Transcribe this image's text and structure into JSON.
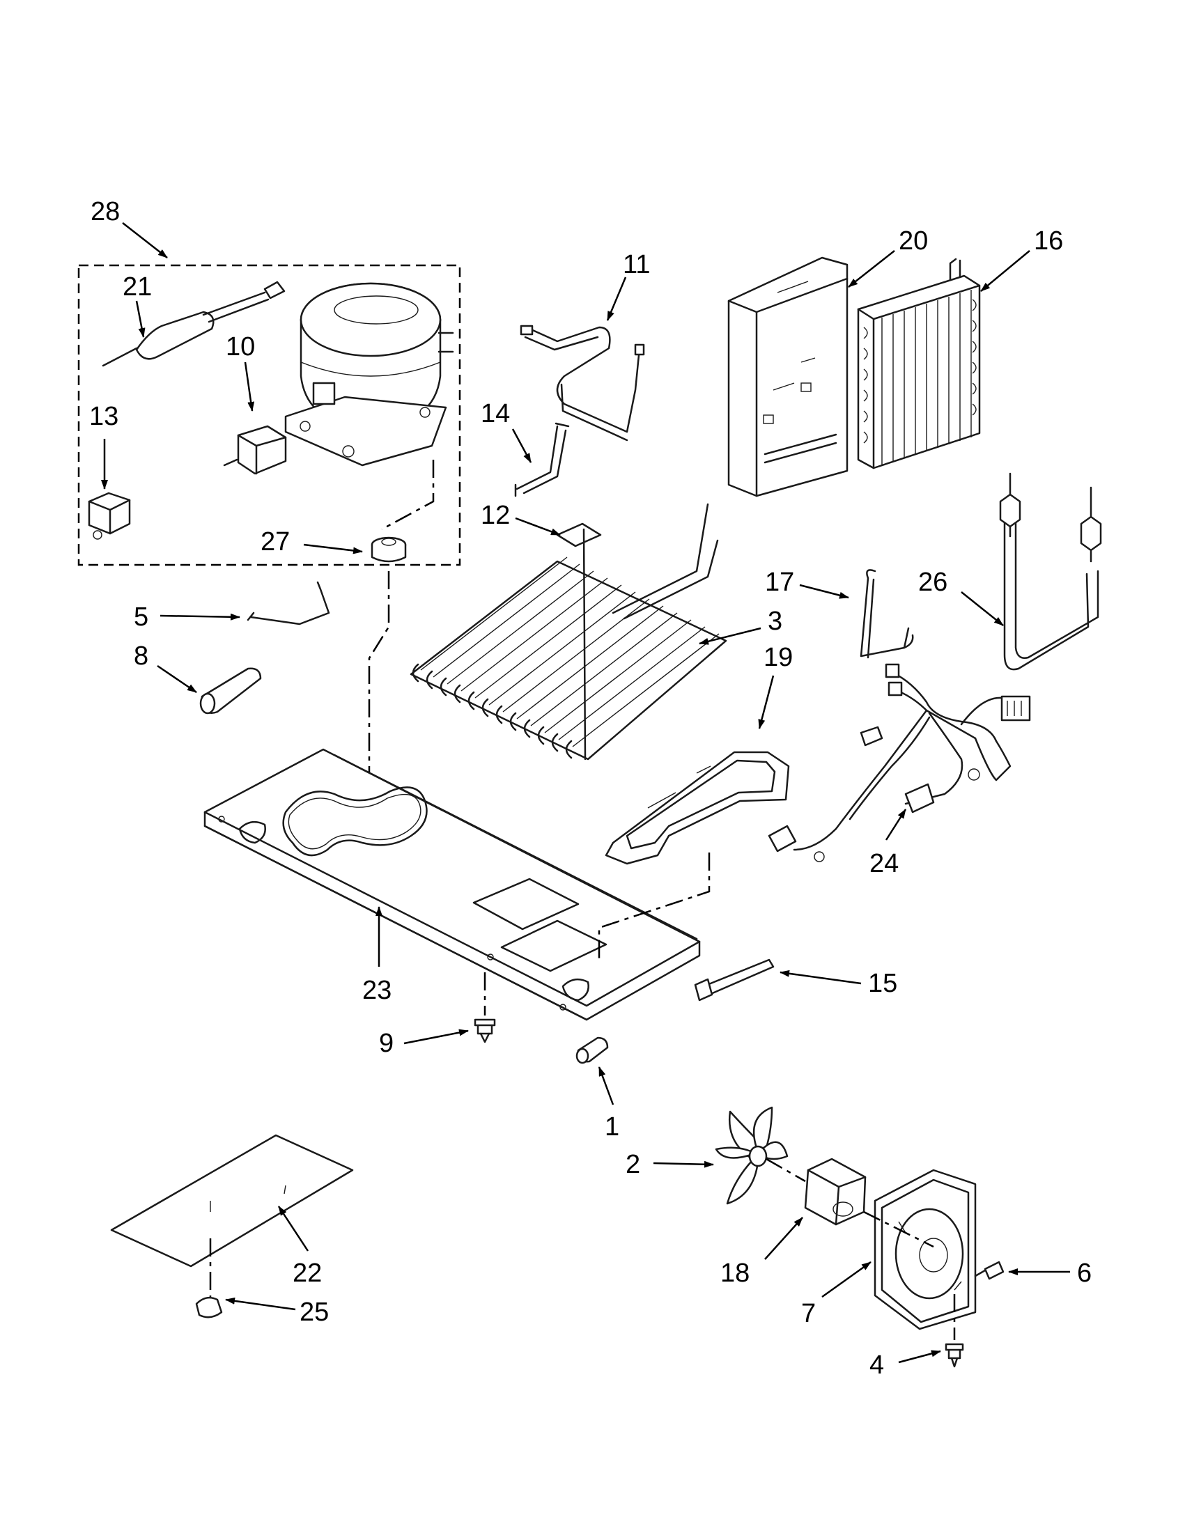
{
  "diagram": {
    "callouts": [
      {
        "id": "28",
        "text": "28"
      },
      {
        "id": "21",
        "text": "21"
      },
      {
        "id": "10",
        "text": "10"
      },
      {
        "id": "13",
        "text": "13"
      },
      {
        "id": "27",
        "text": "27"
      },
      {
        "id": "11",
        "text": "11"
      },
      {
        "id": "14",
        "text": "14"
      },
      {
        "id": "12",
        "text": "12"
      },
      {
        "id": "20",
        "text": "20"
      },
      {
        "id": "16",
        "text": "16"
      },
      {
        "id": "17",
        "text": "17"
      },
      {
        "id": "26",
        "text": "26"
      },
      {
        "id": "3",
        "text": "3"
      },
      {
        "id": "19",
        "text": "19"
      },
      {
        "id": "5",
        "text": "5"
      },
      {
        "id": "8",
        "text": "8"
      },
      {
        "id": "24",
        "text": "24"
      },
      {
        "id": "23",
        "text": "23"
      },
      {
        "id": "15",
        "text": "15"
      },
      {
        "id": "9",
        "text": "9"
      },
      {
        "id": "1",
        "text": "1"
      },
      {
        "id": "2",
        "text": "2"
      },
      {
        "id": "18",
        "text": "18"
      },
      {
        "id": "6",
        "text": "6"
      },
      {
        "id": "7",
        "text": "7"
      },
      {
        "id": "22",
        "text": "22"
      },
      {
        "id": "25",
        "text": "25"
      },
      {
        "id": "4",
        "text": "4"
      }
    ]
  }
}
